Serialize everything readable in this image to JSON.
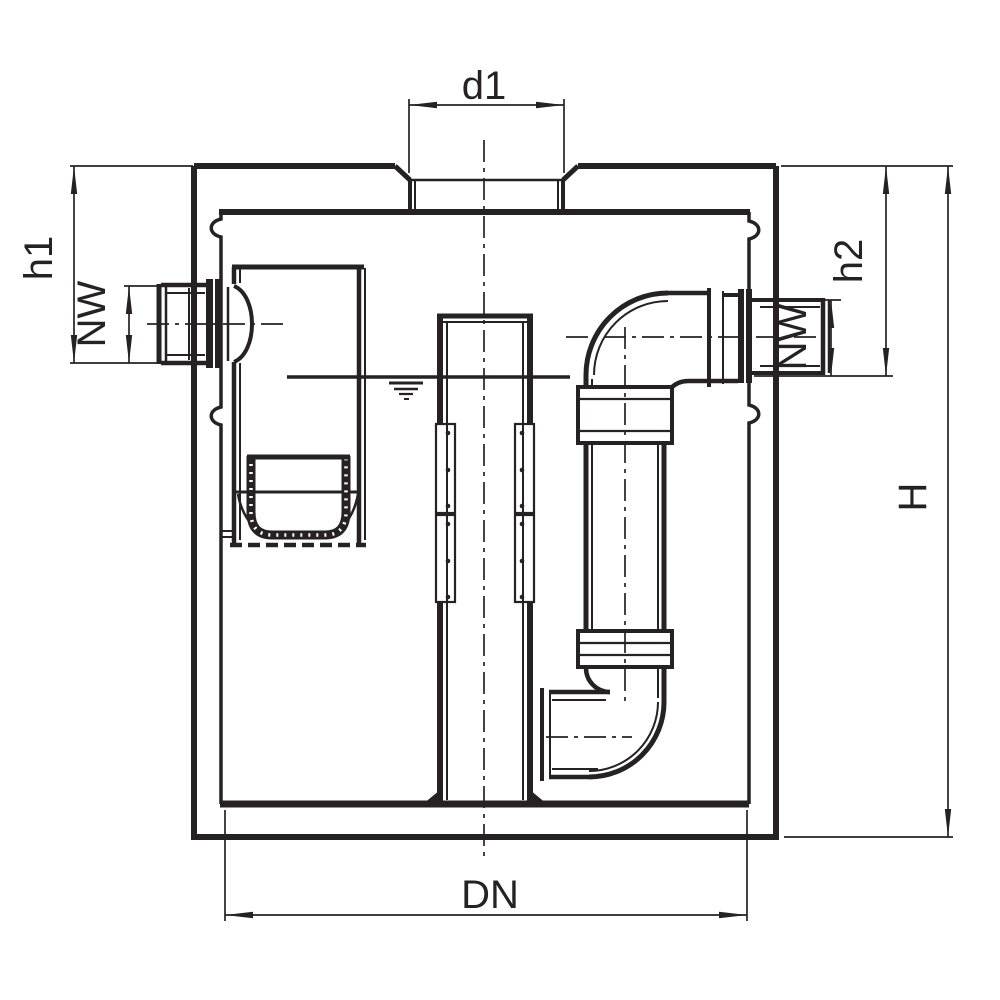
{
  "drawing": {
    "type": "technical sectional drawing",
    "subject": "grease separator tank, vertical cross-section with dimensioning",
    "background_color": "#ffffff",
    "line_color": "#262223",
    "labels": {
      "d1": "d1",
      "h1": "h1",
      "nw_left": "NW",
      "h2": "h2",
      "nw_right": "NW",
      "h": "H",
      "dn": "DN"
    },
    "symbols": {
      "water_level": "water-level",
      "centerline": "dash-dot center line"
    }
  }
}
